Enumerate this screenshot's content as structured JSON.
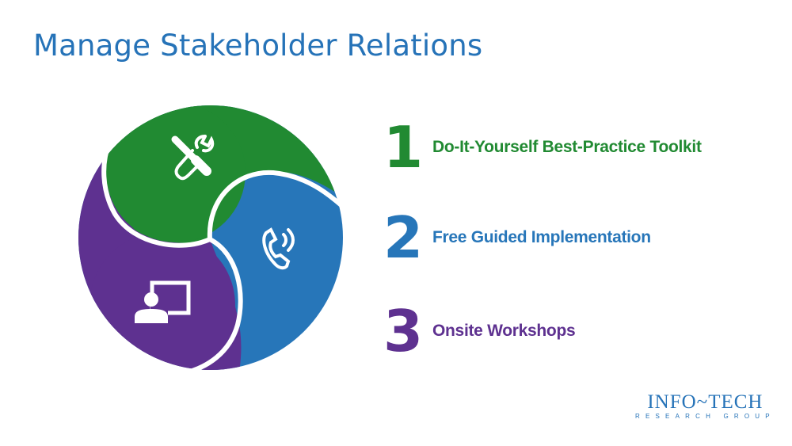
{
  "header": {
    "title": "Manage Stakeholder Relations"
  },
  "colors": {
    "green": "#218a32",
    "blue": "#2776b9",
    "purple": "#5e3190",
    "title": "#2673b8"
  },
  "wheel": {
    "segments": [
      {
        "name": "toolkit",
        "color": "#218a32",
        "icon": "tools-icon"
      },
      {
        "name": "guided-implementation",
        "color": "#2776b9",
        "icon": "phone-call-icon"
      },
      {
        "name": "workshops",
        "color": "#5e3190",
        "icon": "presenter-icon"
      }
    ]
  },
  "items": [
    {
      "number": "1",
      "label": "Do-It-Yourself Best-Practice Toolkit",
      "color": "#218a32"
    },
    {
      "number": "2",
      "label": "Free Guided Implementation",
      "color": "#2776b9"
    },
    {
      "number": "3",
      "label": "Onsite Workshops",
      "color": "#5e3190"
    }
  ],
  "logo": {
    "main": "INFO~TECH",
    "sub": "RESEARCH GROUP"
  }
}
